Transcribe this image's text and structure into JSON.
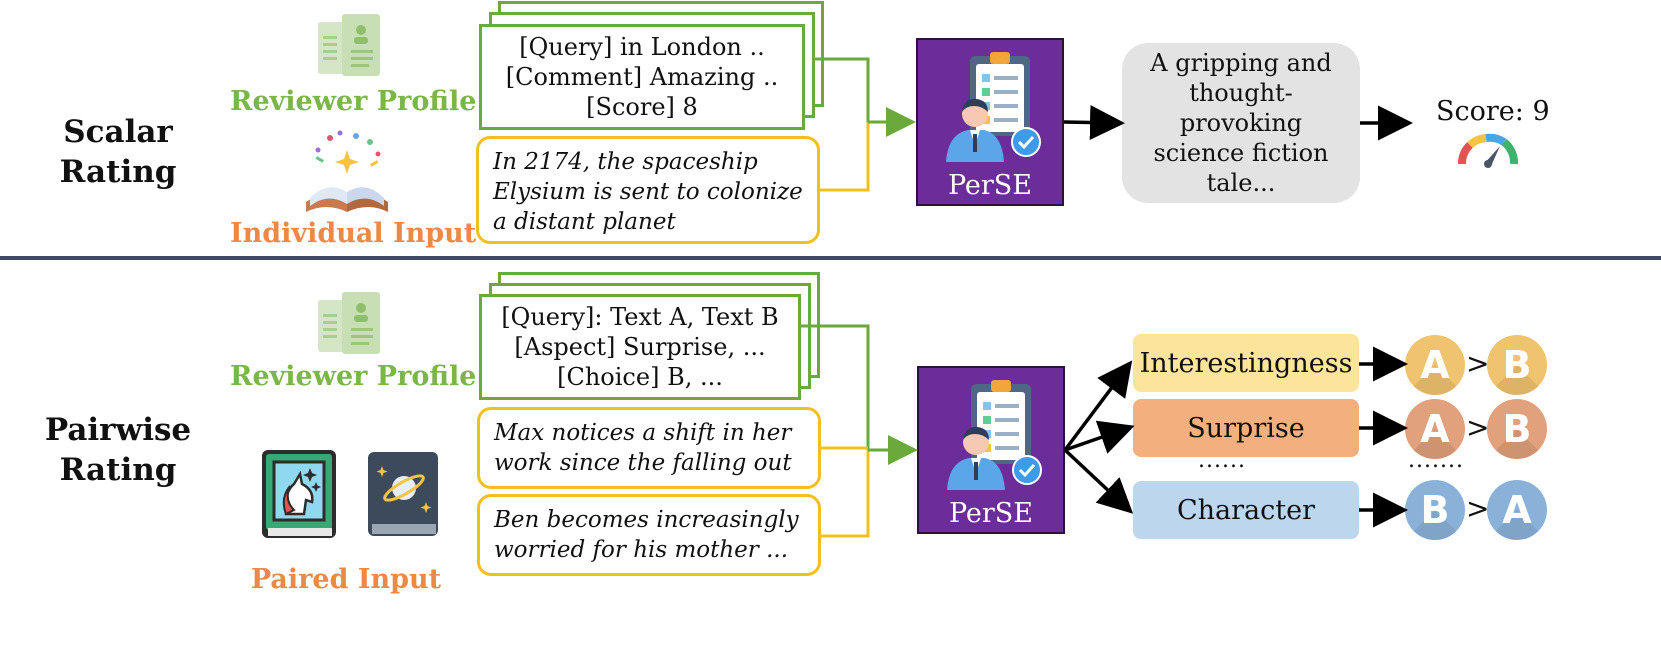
{
  "colors": {
    "green": "#7ab648",
    "card_border": "#6aaa3c",
    "yellow_border": "#f2c01e",
    "orange_label": "#ec8a45",
    "perse_purple": "#6b2d9a",
    "divider": "#3d4b66",
    "interestingness": "#fce49a",
    "surprise": "#f3b07e",
    "character": "#bcd6ee",
    "badge_interestingness": "#f0c36e",
    "badge_surprise": "#e0a17c",
    "badge_character": "#8ab2d8"
  },
  "scalar": {
    "title_line1": "Scalar",
    "title_line2": "Rating",
    "profile_label": "Reviewer Profile",
    "input_label": "Individual Input",
    "card_line1": "[Query] in London ..",
    "card_line2": "[Comment] Amazing ..",
    "card_line3": "[Score] 8",
    "text_input": "In 2174, the spaceship Elysium is sent to colonize a distant planet",
    "model_label": "PerSE",
    "output_text": "A gripping and thought-provoking science fiction tale...",
    "score_label": "Score: 9"
  },
  "pairwise": {
    "title_line1": "Pairwise",
    "title_line2": "Rating",
    "profile_label": "Reviewer Profile",
    "input_label": "Paired Input",
    "card_line1": "[Query]: Text A, Text B",
    "card_line2": "[Aspect] Surprise, ...",
    "card_line3": "[Choice] B, ...",
    "text_a": "Max notices a shift in her work since the falling out ...",
    "text_b": "Ben becomes increasingly worried for his mother ...",
    "model_label": "PerSE",
    "aspects": [
      {
        "label": "Interestingness",
        "first": "A",
        "second": "B"
      },
      {
        "label": "Surprise",
        "first": "A",
        "second": "B"
      },
      {
        "label": "Character",
        "first": "B",
        "second": "A"
      }
    ],
    "gt_symbol": ">",
    "ellipsis_mid": "......",
    "ellipsis_right": "......."
  }
}
